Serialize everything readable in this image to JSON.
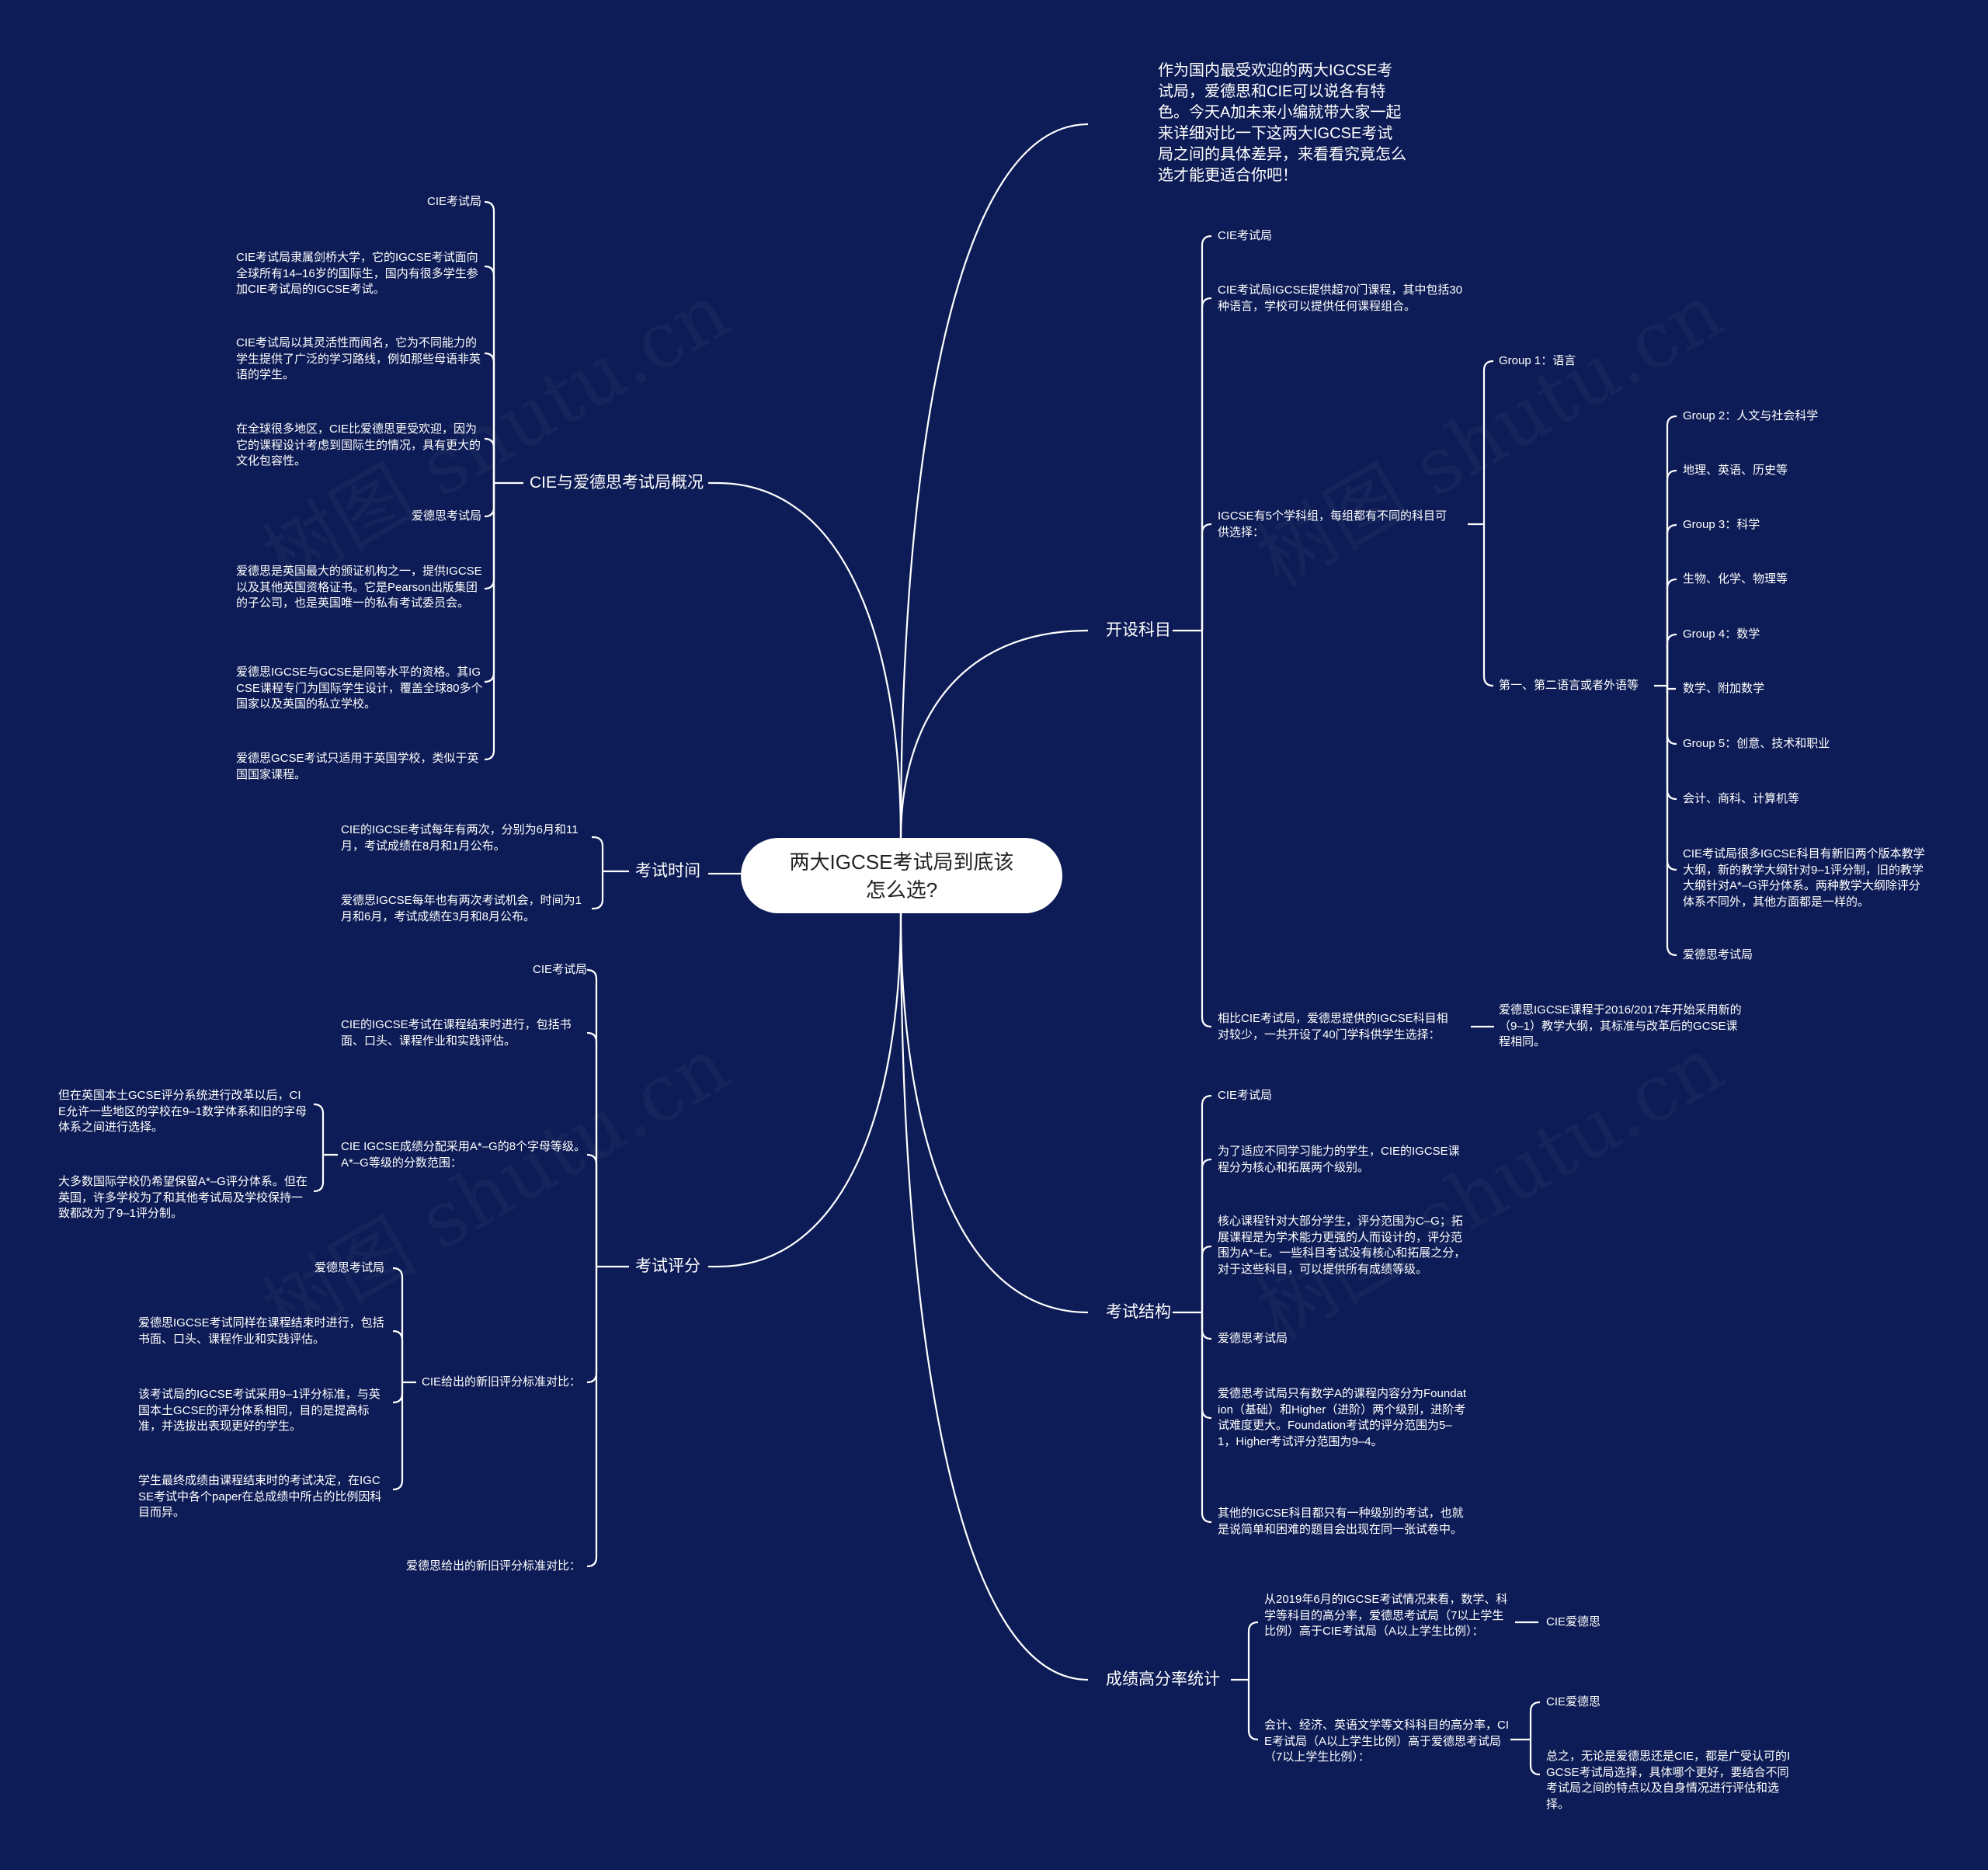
{
  "title_line1": "两大IGCSE考试局到底该",
  "title_line2": "怎么选?",
  "intro": "作为国内最受欢迎的两大IGCSE考试局，爱德思和CIE可以说各有特色。今天A加未来小编就带大家一起来详细对比一下这两大IGCSE考试局之间的具体差异，来看看究竟怎么选才能更适合你吧！",
  "watermark": "树图 shutu.cn",
  "overview": {
    "label": "CIE与爱德思考试局概况",
    "items": [
      "CIE考试局",
      "CIE考试局隶属剑桥大学，它的IGCSE考试面向全球所有14–16岁的国际生，国内有很多学生参加CIE考试局的IGCSE考试。",
      "CIE考试局以其灵活性而闻名，它为不同能力的学生提供了广泛的学习路线，例如那些母语非英语的学生。",
      "在全球很多地区，CIE比爱德思更受欢迎，因为它的课程设计考虑到国际生的情况，具有更大的文化包容性。",
      "爱德思考试局",
      "爱德思是英国最大的颁证机构之一，提供IGCSE以及其他英国资格证书。它是Pearson出版集团的子公司，也是英国唯一的私有考试委员会。",
      "爱德思IGCSE与GCSE是同等水平的资格。其IGCSE课程专门为国际学生设计，覆盖全球80多个国家以及英国的私立学校。",
      "爱德思GCSE考试只适用于英国学校，类似于英国国家课程。"
    ]
  },
  "exam_time": {
    "label": "考试时间",
    "items": [
      "CIE的IGCSE考试每年有两次，分别为6月和11月，考试成绩在8月和1月公布。",
      "爱德思IGCSE每年也有两次考试机会，时间为1月和6月，考试成绩在3月和8月公布。"
    ]
  },
  "grading": {
    "label": "考试评分",
    "items": [
      {
        "text": "CIE考试局"
      },
      {
        "text": "CIE的IGCSE考试在课程结束时进行，包括书面、口头、课程作业和实践评估。"
      },
      {
        "text": "CIE IGCSE成绩分配采用A*–G的8个字母等级。A*–G等级的分数范围：",
        "children": [
          "但在英国本土GCSE评分系统进行改革以后，CIE允许一些地区的学校在9–1数学体系和旧的字母体系之间进行选择。",
          "大多数国际学校仍希望保留A*–G评分体系。但在英国，许多学校为了和其他考试局及学校保持一致都改为了9–1评分制。"
        ]
      },
      {
        "text": "CIE给出的新旧评分标准对比：",
        "children": [
          "爱德思考试局",
          "爱德思IGCSE考试同样在课程结束时进行，包括书面、口头、课程作业和实践评估。",
          "该考试局的IGCSE考试采用9–1评分标准，与英国本土GCSE的评分体系相同，目的是提高标准，并选拔出表现更好的学生。",
          "学生最终成绩由课程结束时的考试决定，在IGCSE考试中各个paper在总成绩中所占的比例因科目而异。"
        ]
      },
      {
        "text": "爱德思给出的新旧评分标准对比："
      }
    ]
  },
  "subjects": {
    "label": "开设科目",
    "items": [
      {
        "text": "CIE考试局"
      },
      {
        "text": "CIE考试局IGCSE提供超70门课程，其中包括30种语言，学校可以提供任何课程组合。"
      },
      {
        "text": "IGCSE有5个学科组，每组都有不同的科目可供选择：",
        "children": [
          {
            "text": "Group 1：语言"
          },
          {
            "text": "第一、第二语言或者外语等",
            "children": [
              "Group 2：人文与社会科学",
              "地理、英语、历史等",
              "Group 3：科学",
              "生物、化学、物理等",
              "Group 4：数学",
              "数学、附加数学",
              "Group 5：创意、技术和职业",
              "会计、商科、计算机等",
              "CIE考试局很多IGCSE科目有新旧两个版本教学大纲，新的教学大纲针对9–1评分制，旧的教学大纲针对A*–G评分体系。两种教学大纲除评分体系不同外，其他方面都是一样的。",
              "爱德思考试局"
            ]
          }
        ]
      },
      {
        "text": "相比CIE考试局，爱德思提供的IGCSE科目相对较少，一共开设了40门学科供学生选择：",
        "children": [
          "爱德思IGCSE课程于2016/2017年开始采用新的（9–1）教学大纲，其标准与改革后的GCSE课程相同。"
        ]
      }
    ]
  },
  "structure": {
    "label": "考试结构",
    "items": [
      "CIE考试局",
      "为了适应不同学习能力的学生，CIE的IGCSE课程分为核心和拓展两个级别。",
      "核心课程针对大部分学生，评分范围为C–G；拓展课程是为学术能力更强的人而设计的，评分范围为A*–E。一些科目考试没有核心和拓展之分，对于这些科目，可以提供所有成绩等级。",
      "爱德思考试局",
      "爱德思考试局只有数学A的课程内容分为Foundation（基础）和Higher（进阶）两个级别，进阶考试难度更大。Foundation考试的评分范围为5–1，Higher考试评分范围为9–4。",
      "其他的IGCSE科目都只有一种级别的考试，也就是说简单和困难的题目会出现在同一张试卷中。"
    ]
  },
  "stats": {
    "label": "成绩高分率统计",
    "items": [
      {
        "text": "从2019年6月的IGCSE考试情况来看，数学、科学等科目的高分率，爱德思考试局（7以上学生比例）高于CIE考试局（A以上学生比例）：",
        "children": [
          "CIE爱德思"
        ]
      },
      {
        "text": "会计、经济、英语文学等文科科目的高分率，CIE考试局（A以上学生比例）高于爱德思考试局（7以上学生比例）：",
        "children": [
          "CIE爱德思",
          "总之，无论是爱德思还是CIE，都是广受认可的IGCSE考试局选择，具体哪个更好，要结合不同考试局之间的特点以及自身情况进行评估和选择。"
        ]
      }
    ]
  }
}
